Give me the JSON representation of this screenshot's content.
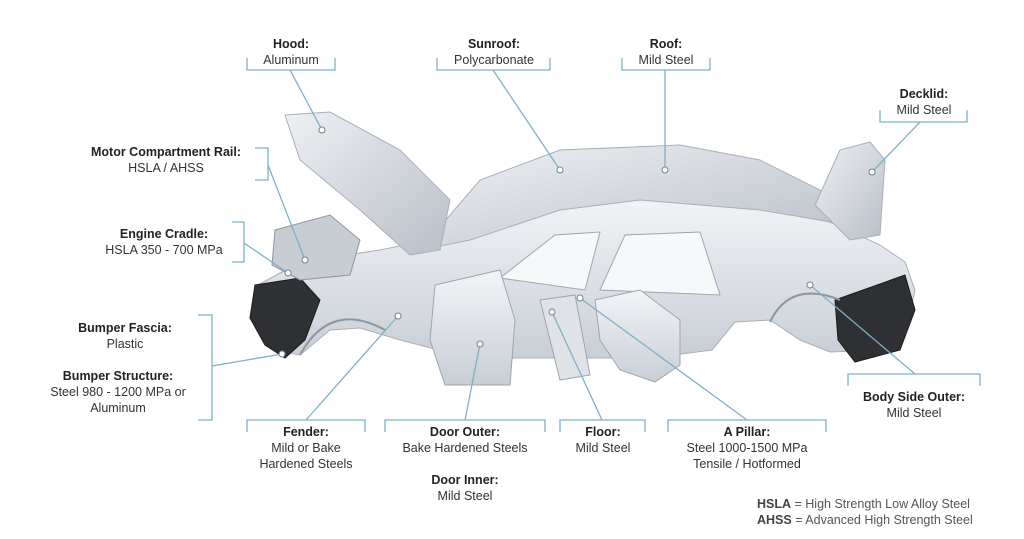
{
  "colors": {
    "leader": "#7fb0c8",
    "body": "#d9dde3",
    "bumper": "#2b2b2b"
  },
  "labels": {
    "hood": {
      "title": "Hood:",
      "value": "Aluminum"
    },
    "sunroof": {
      "title": "Sunroof:",
      "value": "Polycarbonate"
    },
    "roof": {
      "title": "Roof:",
      "value": "Mild Steel"
    },
    "decklid": {
      "title": "Decklid:",
      "value": "Mild Steel"
    },
    "motor_rail": {
      "title": "Motor Compartment Rail:",
      "value": "HSLA / AHSS"
    },
    "engine_cradle": {
      "title": "Engine Cradle:",
      "value": "HSLA 350 - 700 MPa"
    },
    "bumper_fascia": {
      "title": "Bumper Fascia:",
      "value": "Plastic"
    },
    "bumper_structure": {
      "title": "Bumper Structure:",
      "value1": "Steel 980 - 1200 MPa or",
      "value2": "Aluminum"
    },
    "fender": {
      "title": "Fender:",
      "value1": "Mild or Bake",
      "value2": "Hardened Steels"
    },
    "door_outer": {
      "title": "Door Outer:",
      "value": "Bake Hardened Steels"
    },
    "door_inner": {
      "title": "Door Inner:",
      "value": "Mild Steel"
    },
    "floor": {
      "title": "Floor:",
      "value": "Mild Steel"
    },
    "a_pillar": {
      "title": "A Pillar:",
      "value1": "Steel 1000-1500 MPa",
      "value2": "Tensile / Hotformed"
    },
    "body_side": {
      "title": "Body Side Outer:",
      "value": "Mild Steel"
    }
  },
  "legend": [
    {
      "abbr": "HSLA",
      "text": " = High Strength Low Alloy Steel"
    },
    {
      "abbr": "AHSS",
      "text": " = Advanced High Strength Steel"
    }
  ]
}
